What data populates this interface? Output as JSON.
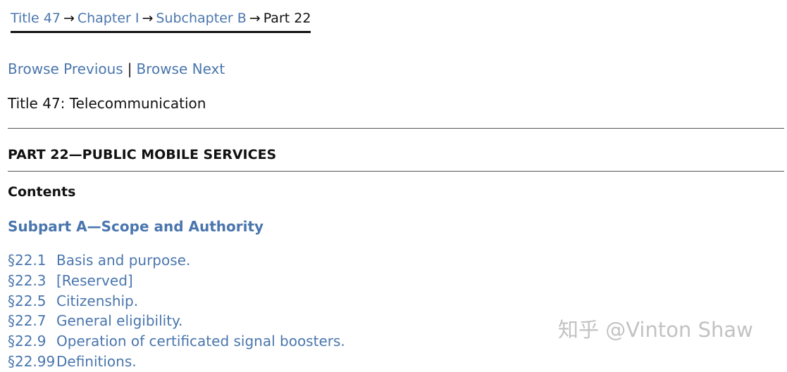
{
  "breadcrumb": {
    "items": [
      "Title 47",
      "Chapter I",
      "Subchapter B"
    ],
    "separator": "→",
    "current": "Part 22"
  },
  "browse": {
    "previous": "Browse Previous",
    "divider": "|",
    "next": "Browse Next"
  },
  "title": "Title 47: Telecommunication",
  "part_title": "PART 22—PUBLIC MOBILE SERVICES",
  "contents_heading": "Contents",
  "subpart": "Subpart A—Scope and Authority",
  "sections": [
    {
      "num": "§22.1",
      "label": "Basis and purpose."
    },
    {
      "num": "§22.3",
      "label": "[Reserved]"
    },
    {
      "num": "§22.5",
      "label": "Citizenship."
    },
    {
      "num": "§22.7",
      "label": "General eligibility."
    },
    {
      "num": "§22.9",
      "label": "Operation of certificated signal boosters."
    },
    {
      "num": "§22.99",
      "label": "Definitions."
    }
  ],
  "watermark": "知乎 @Vinton Shaw",
  "colors": {
    "link": "#4a76ad",
    "text": "#111111"
  }
}
